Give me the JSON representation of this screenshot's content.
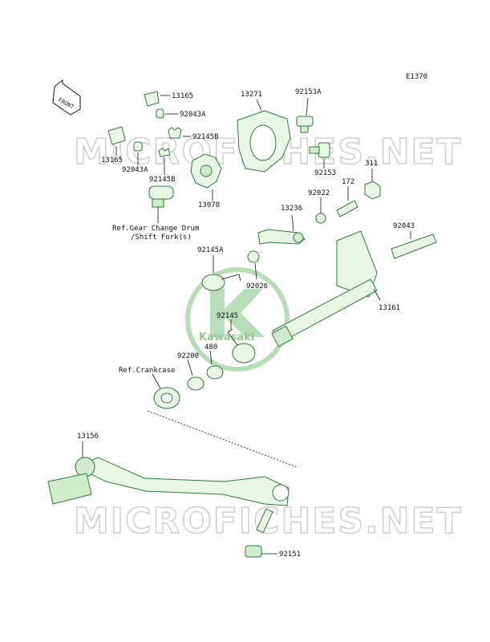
{
  "diagram_code": "E1370",
  "front_label": "FRONT",
  "watermark": "MICROFICHES.NET",
  "logo_text": "Kawasaki",
  "parts": [
    {
      "id": "p13165a",
      "num": "13165"
    },
    {
      "id": "p92043Aa",
      "num": "92043A"
    },
    {
      "id": "p92145Ba",
      "num": "92145B"
    },
    {
      "id": "p13165b",
      "num": "13165"
    },
    {
      "id": "p92043Ab",
      "num": "92043A"
    },
    {
      "id": "p92145Bb",
      "num": "92145B"
    },
    {
      "id": "p13271",
      "num": "13271"
    },
    {
      "id": "p92153A",
      "num": "92153A"
    },
    {
      "id": "p92153",
      "num": "92153"
    },
    {
      "id": "p311",
      "num": "311"
    },
    {
      "id": "p13078",
      "num": "13078"
    },
    {
      "id": "p172",
      "num": "172"
    },
    {
      "id": "p92022",
      "num": "92022"
    },
    {
      "id": "p13236",
      "num": "13236"
    },
    {
      "id": "p92043",
      "num": "92043"
    },
    {
      "id": "p92145A",
      "num": "92145A"
    },
    {
      "id": "p92026",
      "num": "92026"
    },
    {
      "id": "p13161",
      "num": "13161"
    },
    {
      "id": "p92145",
      "num": "92145"
    },
    {
      "id": "p480",
      "num": "480"
    },
    {
      "id": "p92200",
      "num": "92200"
    },
    {
      "id": "p13156",
      "num": "13156"
    },
    {
      "id": "p92151",
      "num": "92151"
    }
  ],
  "refs": {
    "gear_line1": "Ref.Gear Change Drum",
    "gear_line2": "/Shift Fork(s)",
    "crankcase": "Ref.Crankcase"
  }
}
